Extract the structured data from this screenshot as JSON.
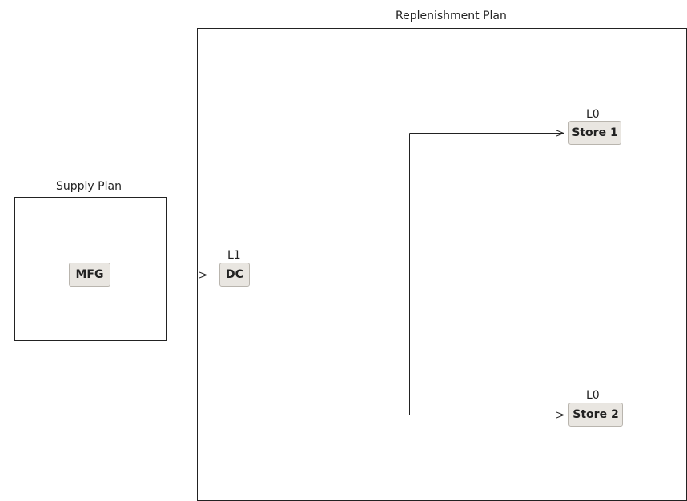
{
  "replenishment_plan": {
    "title": "Replenishment Plan"
  },
  "supply_plan": {
    "title": "Supply Plan"
  },
  "nodes": {
    "mfg": {
      "label": "MFG"
    },
    "dc": {
      "label": "DC",
      "level": "L1"
    },
    "store1": {
      "label": "Store 1",
      "level": "L0"
    },
    "store2": {
      "label": "Store 2",
      "level": "L0"
    }
  },
  "colors": {
    "node_fill": "#e9e6e1",
    "node_border": "#b9b5ae",
    "line": "#222222"
  }
}
